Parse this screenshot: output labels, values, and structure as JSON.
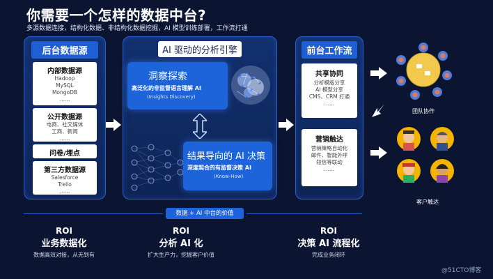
{
  "title": "你需要一个怎样的数据中台?",
  "subtitle": "多源数据连接，结构化数据、非结构化数据挖掘，AI 模型训练部署，工作流打通",
  "backend": {
    "title": "后台数据源",
    "sources": [
      {
        "heading": "内部数据源",
        "lines": [
          "Hadoop",
          "MySQL",
          "MongoDB",
          "……"
        ]
      },
      {
        "heading": "公开数据源",
        "lines": [
          "电商、社交媒体",
          "工商、新闻",
          "……"
        ]
      },
      {
        "heading": "问卷/埋点",
        "lines": []
      },
      {
        "heading": "第三方数据源",
        "lines": [
          "Salesforce",
          "Trello",
          "……"
        ]
      }
    ]
  },
  "engine": {
    "title": "AI 驱动的分析引擎",
    "insight": {
      "title": "洞察探索",
      "line1": "高泛化的非监督语言理解 AI",
      "line2": "(Insights Discovery)"
    },
    "decision": {
      "title": "结果导向的 AI 决策",
      "line1": "深度契合的有监督决策 AI",
      "line2": "(Know-How)"
    }
  },
  "frontend": {
    "title": "前台工作流",
    "cards": [
      {
        "heading": "共享协同",
        "lines": [
          "分析模版分享",
          "AI 模型分享",
          "CMS、CRM 打通",
          "……"
        ]
      },
      {
        "heading": "营销触达",
        "lines": [
          "营销策略自动化",
          "邮件、智能外呼",
          "短信等联动",
          "……"
        ]
      }
    ]
  },
  "right": {
    "team_label": "团队协作",
    "customer_label": "客户触达"
  },
  "value_badge": "数据 + AI 中台的价值",
  "roi": [
    {
      "top": "ROI",
      "main": "业务数据化",
      "sub": "数据高效对接，从无到有"
    },
    {
      "top": "ROI",
      "main": "分析 AI 化",
      "sub": "扩大生产力，挖掘客户价值"
    },
    {
      "top": "ROI",
      "main": "决策 AI 流程化",
      "sub": "完成业务闭环"
    }
  ],
  "watermark": "@51CTO博客",
  "colors": {
    "background": "#0b1430",
    "panel_border": "#2a5fc8",
    "accent_blue": "#1d63d9"
  }
}
